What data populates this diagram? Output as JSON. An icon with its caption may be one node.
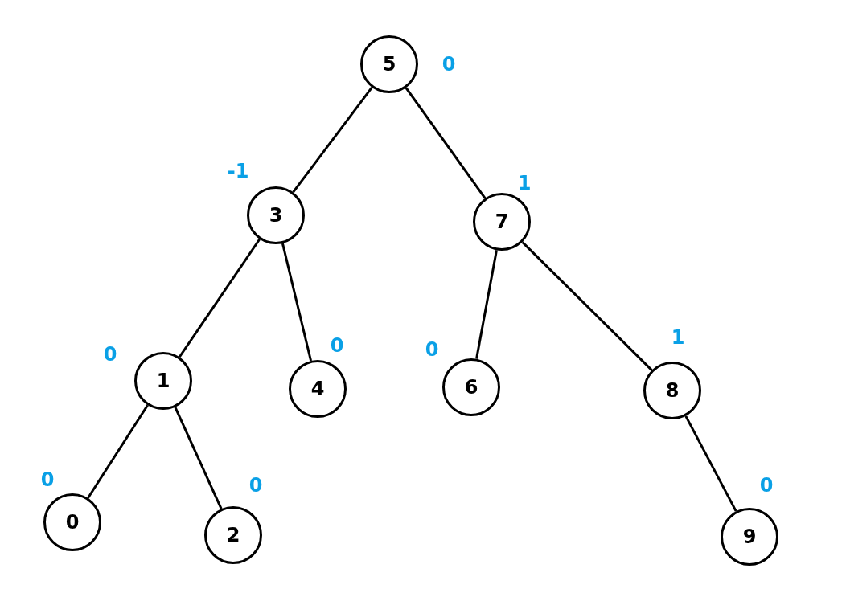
{
  "diagram": {
    "nodes": [
      {
        "text": [
          "5"
        ],
        "beside": [
          "0"
        ]
      },
      {
        "text": [
          "3"
        ],
        "beside": [
          "-1"
        ]
      },
      {
        "text": [
          "7"
        ],
        "beside": [
          "1"
        ]
      },
      {
        "text": [
          "1"
        ],
        "beside": [
          "0"
        ]
      },
      {
        "text": [
          "4"
        ],
        "beside": [
          "0"
        ]
      },
      {
        "text": [
          "6"
        ],
        "beside": [
          "0"
        ]
      },
      {
        "text": [
          "8"
        ],
        "beside": [
          "1"
        ]
      },
      {
        "text": [
          "0"
        ],
        "beside": [
          "0"
        ]
      },
      {
        "text": [
          "2"
        ],
        "beside": [
          "0"
        ]
      },
      {
        "text": [
          "9"
        ],
        "beside": [
          "0"
        ]
      }
    ],
    "edges": [
      {
        "from": 0,
        "to": 1,
        "arrow": "none"
      },
      {
        "from": 0,
        "to": 2,
        "arrow": "none"
      },
      {
        "from": 1,
        "to": 3,
        "arrow": "none"
      },
      {
        "from": 1,
        "to": 4,
        "arrow": "none"
      },
      {
        "from": 2,
        "to": 5,
        "arrow": "none"
      },
      {
        "from": 2,
        "to": 6,
        "arrow": "none"
      },
      {
        "from": 3,
        "to": 7,
        "arrow": "none"
      },
      {
        "from": 3,
        "to": 8,
        "arrow": "none"
      },
      {
        "from": 6,
        "to": 9,
        "arrow": "none"
      }
    ]
  }
}
